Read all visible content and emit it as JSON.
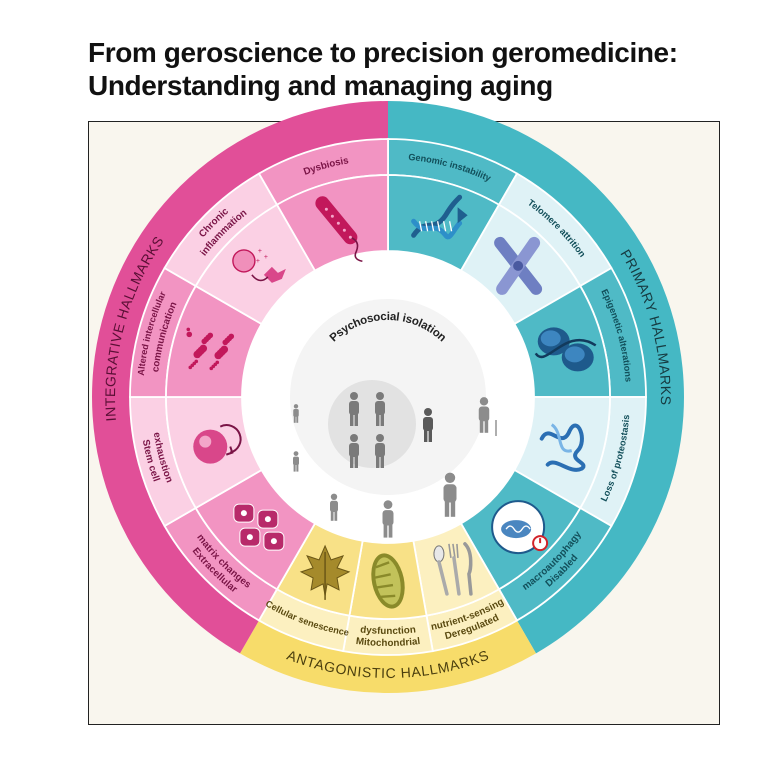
{
  "title": {
    "line1": "From geroscience to precision geromedicine:",
    "line2": "Understanding and managing aging"
  },
  "groups": {
    "primary": {
      "label": "PRIMARY HALLMARKS",
      "color": "#45b8c4"
    },
    "antagonistic": {
      "label": "ANTAGONISTIC HALLMARKS",
      "color": "#f7dc6a"
    },
    "integrative": {
      "label": "INTEGRATIVE HALLMARKS",
      "color": "#e14f98"
    }
  },
  "hallmarks": {
    "genomic_instability": {
      "lines": [
        "Genomic instability"
      ],
      "icon": "dna-icon"
    },
    "telomere_attrition": {
      "lines": [
        "Telomere attrition"
      ],
      "icon": "chromosome-icon"
    },
    "epigenetic_alterations": {
      "lines": [
        "Epigenetic alterations"
      ],
      "icon": "nucleosome-icon"
    },
    "loss_of_proteostasis": {
      "lines": [
        "Loss of proteostasis"
      ],
      "icon": "protein-fold-icon"
    },
    "disabled_macroautophagy": {
      "lines": [
        "Disabled",
        "macroautophagy"
      ],
      "icon": "autophagosome-icon"
    },
    "deregulated_nutrient_sensing": {
      "lines": [
        "Deregulated",
        "nutrient-sensing"
      ],
      "icon": "cutlery-icon"
    },
    "mitochondrial_dysfunction": {
      "lines": [
        "Mitochondrial",
        "dysfunction"
      ],
      "icon": "mitochondrion-icon"
    },
    "cellular_senescence": {
      "lines": [
        "Cellular senescence"
      ],
      "icon": "withered-leaf-icon"
    },
    "extracellular_matrix_changes": {
      "lines": [
        "Extracellular",
        "matrix changes"
      ],
      "icon": "matrix-cells-icon"
    },
    "stem_cell_exhaustion": {
      "lines": [
        "Stem cell",
        "exhaustion"
      ],
      "icon": "stem-cell-icon"
    },
    "altered_intercellular_communication": {
      "lines": [
        "Altered intercellular",
        "communication"
      ],
      "icon": "signaling-dots-icon"
    },
    "chronic_inflammation": {
      "lines": [
        "Chronic",
        "inflammation"
      ],
      "icon": "immune-cell-icon"
    },
    "dysbiosis": {
      "lines": [
        "Dysbiosis"
      ],
      "icon": "bacterium-icon"
    }
  },
  "center": {
    "label": "Psychosocial isolation",
    "icons": [
      "isolated-people-icon",
      "lifespan-figures-icon"
    ]
  },
  "colors": {
    "primary_dark": "#4fbac6",
    "primary_light": "#dff2f6",
    "antagonistic_dark": "#f8e187",
    "antagonistic_light": "#fcf0c0",
    "integrative_dark": "#f294c2",
    "integrative_light": "#fbd0e4",
    "label_primary": "#124f5a",
    "label_antagonistic": "#5a4a10",
    "label_integrative": "#7a1446",
    "center_bg": "#f4f4f4",
    "figure_gray": "#8c8c8c"
  }
}
